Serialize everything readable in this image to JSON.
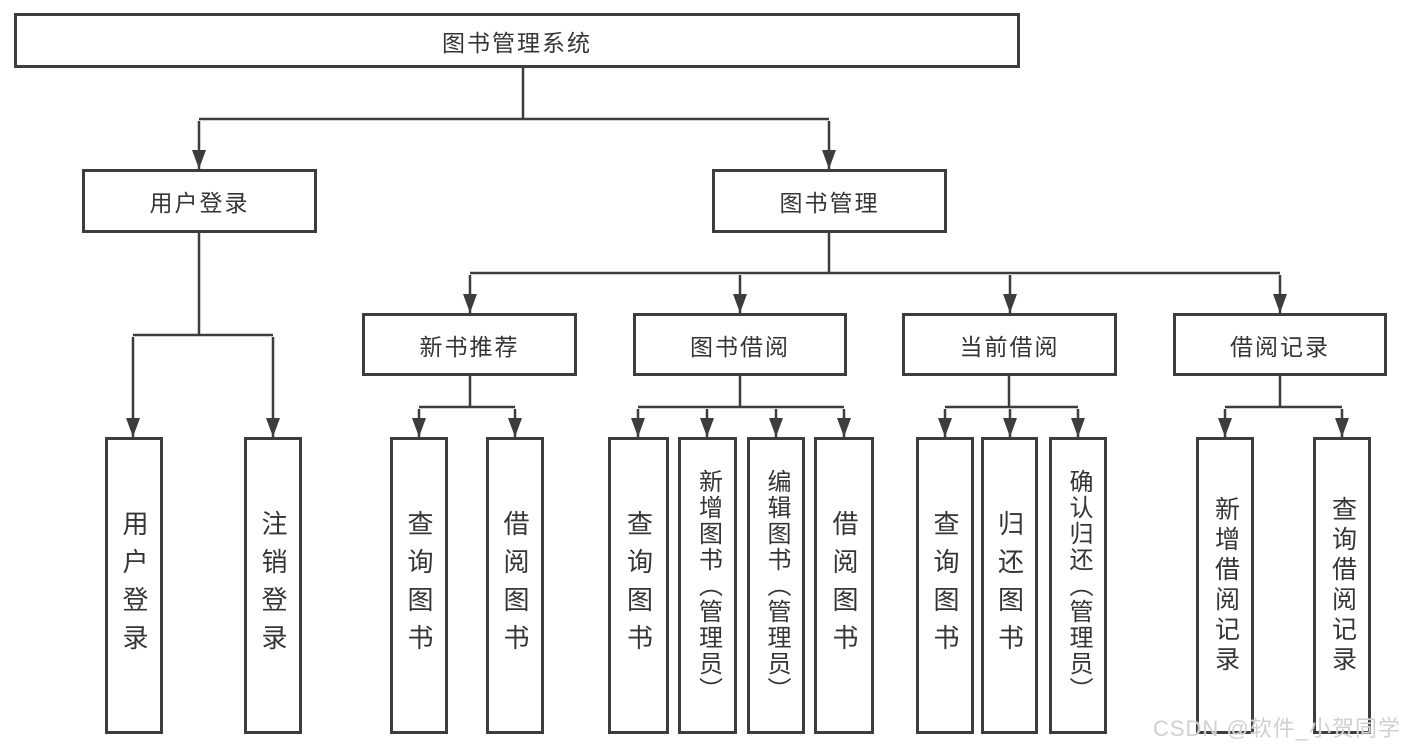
{
  "diagram": {
    "root_label": "图书管理系统",
    "branches": {
      "user": {
        "label": "用户登录",
        "children": [
          {
            "label": "用户登录"
          },
          {
            "label": "注销登录"
          }
        ]
      },
      "book": {
        "label": "图书管理",
        "modules": [
          {
            "label": "新书推荐",
            "children": [
              {
                "label": "查询图书"
              },
              {
                "label": "借阅图书"
              }
            ]
          },
          {
            "label": "图书借阅",
            "children": [
              {
                "label": "查询图书"
              },
              {
                "label": "新增图书（管理员）"
              },
              {
                "label": "编辑图书（管理员）"
              },
              {
                "label": "借阅图书"
              }
            ]
          },
          {
            "label": "当前借阅",
            "children": [
              {
                "label": "查询图书"
              },
              {
                "label": "归还图书"
              },
              {
                "label": "确认归还（管理员）"
              }
            ]
          },
          {
            "label": "借阅记录",
            "children": [
              {
                "label": "新增借阅记录"
              },
              {
                "label": "查询借阅记录"
              }
            ]
          }
        ]
      }
    },
    "colors": {
      "line": "#3d3d3d",
      "text": "#353535",
      "background": "#ffffff",
      "watermark": "#d0d0d0"
    }
  },
  "watermark": {
    "text": "CSDN @软件_小贺同学"
  }
}
